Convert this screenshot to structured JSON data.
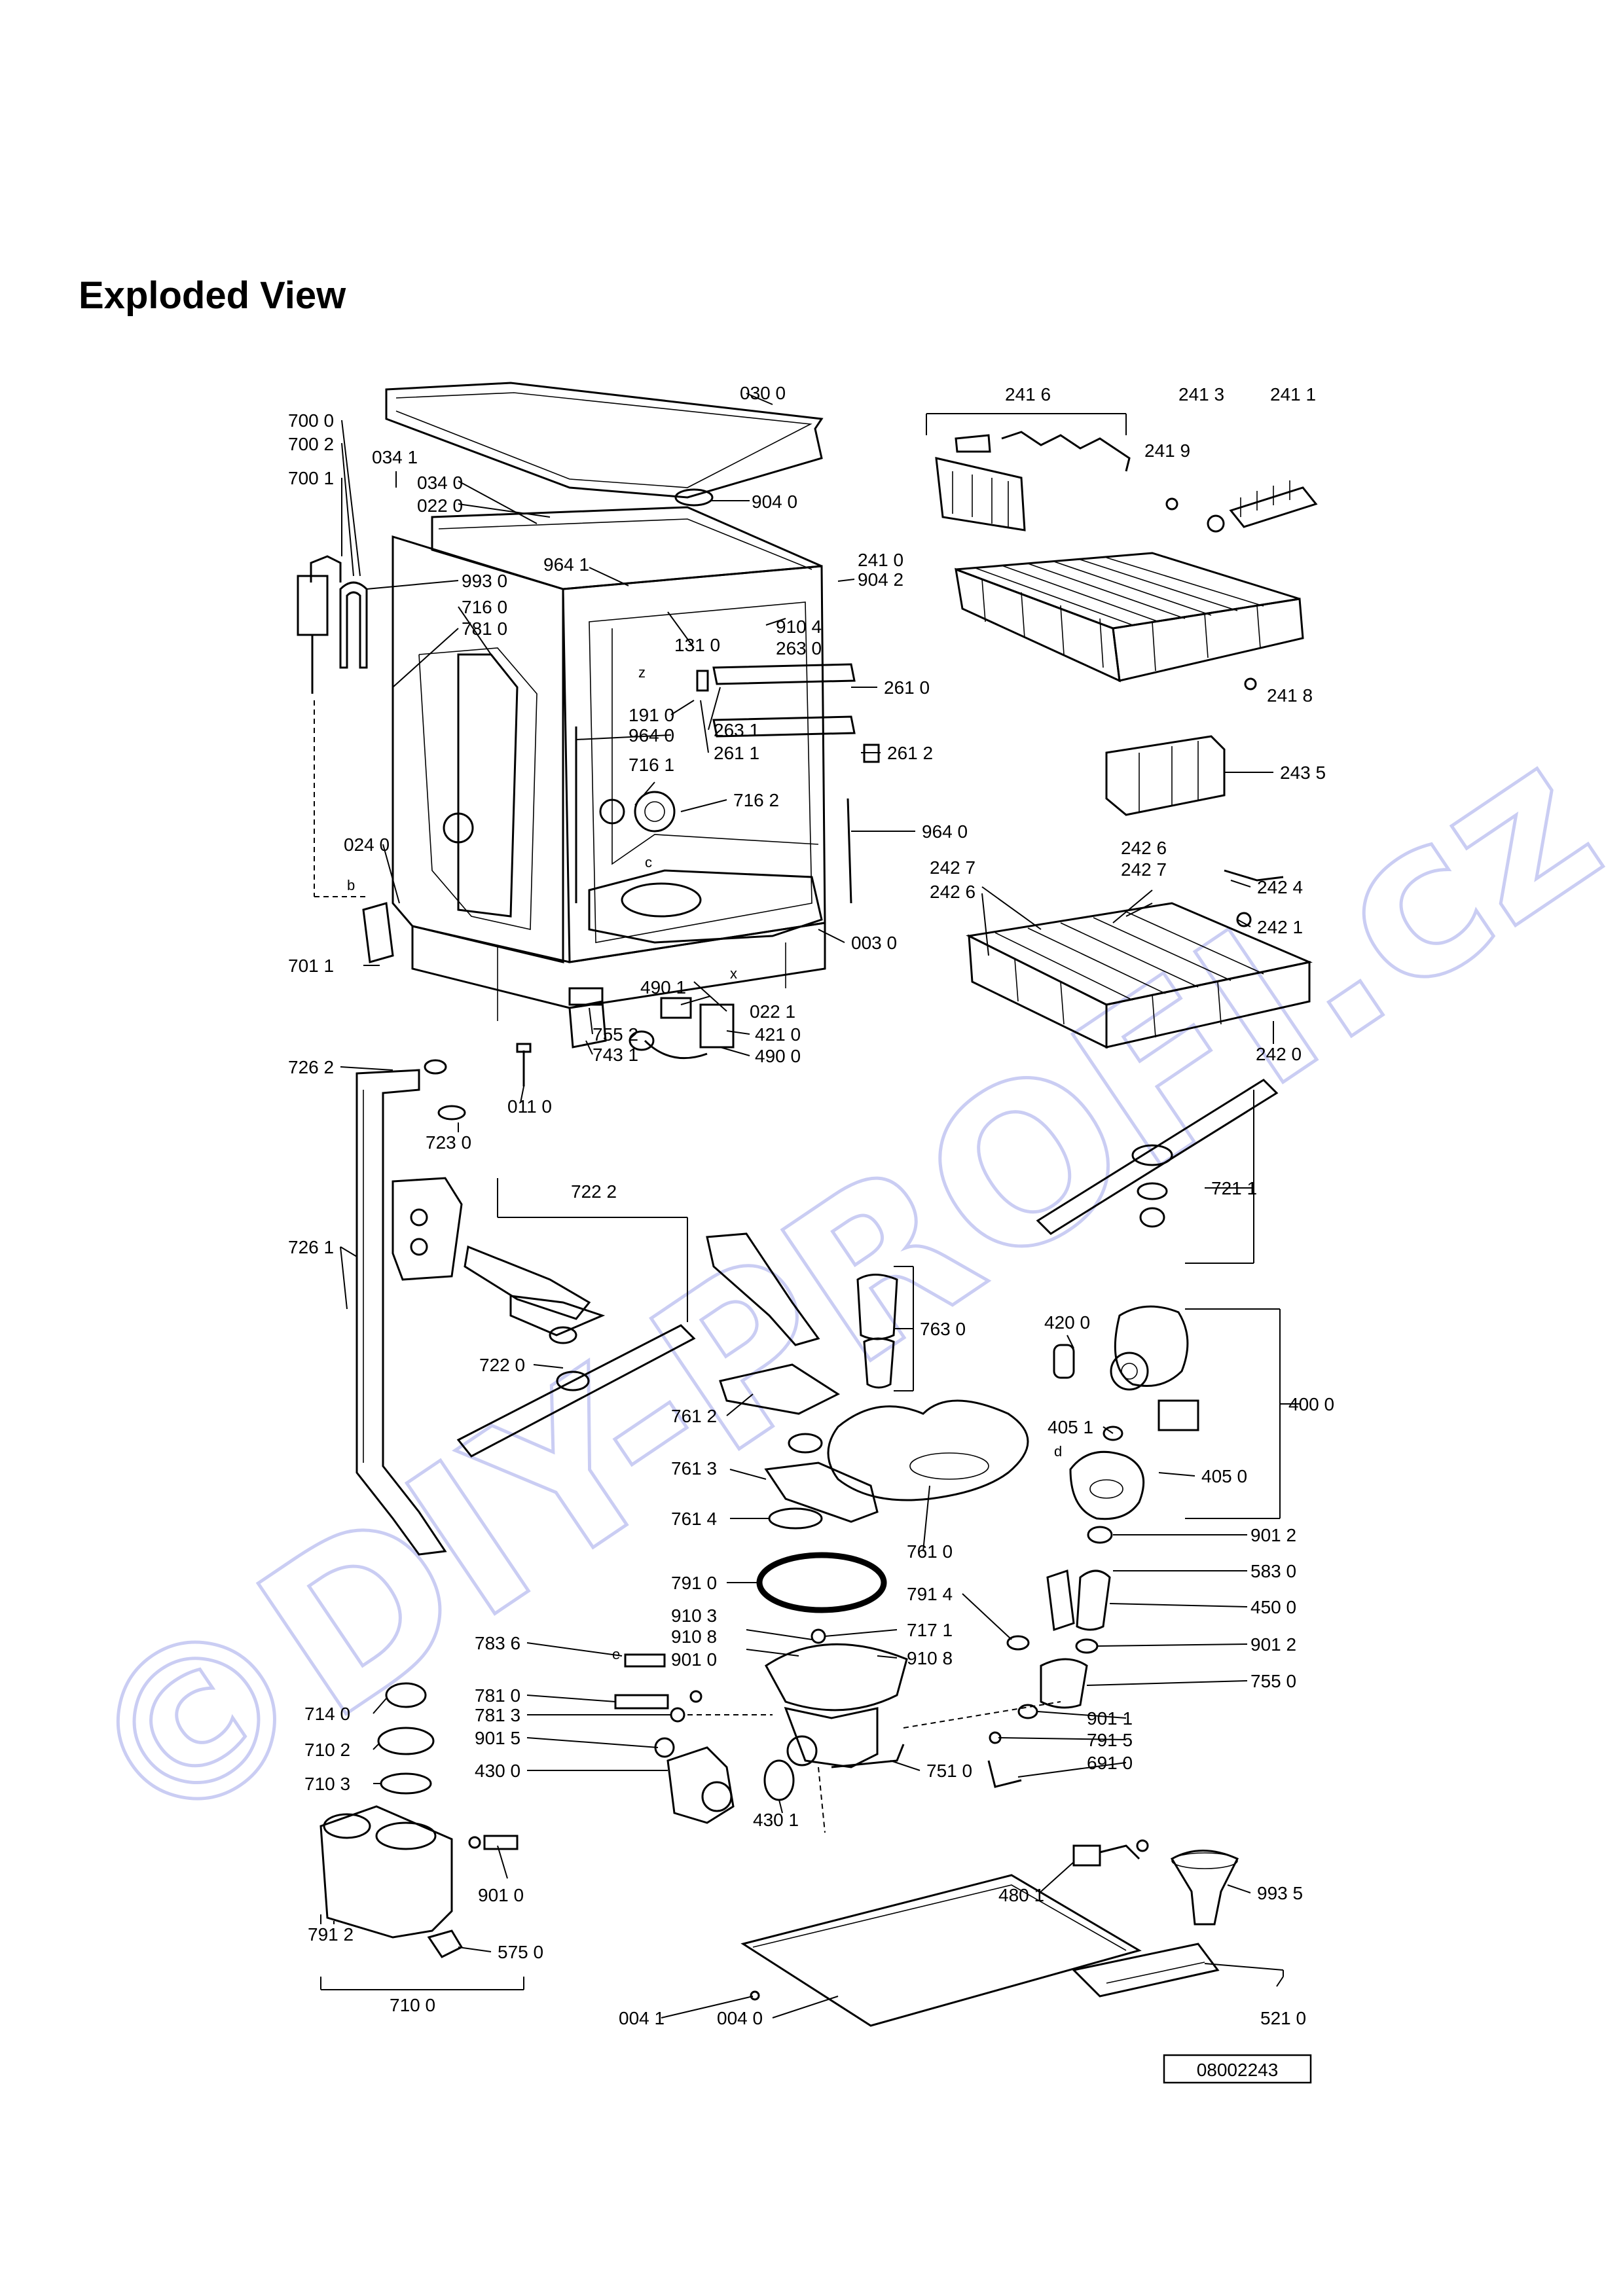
{
  "page": {
    "title": "Exploded View",
    "drawing_number": "08002243"
  },
  "watermark": "©DIY-PROFI.cz",
  "colors": {
    "ink": "#000000",
    "watermark": "#b9bdf0",
    "background": "#ffffff"
  },
  "callouts": {
    "p0300": "030 0",
    "p7000": "700 0",
    "p7002": "700 2",
    "p7001": "700 1",
    "p0341": "034 1",
    "p0340": "034 0",
    "p0220": "022 0",
    "p9040": "904 0",
    "p9930": "993 0",
    "p7160": "716 0",
    "p7810": "781 0",
    "p9641": "964 1",
    "p1310": "131 0",
    "p9104": "910 4",
    "p2630": "263 0",
    "p9042": "904 2",
    "p2410": "241 0",
    "p2416": "241 6",
    "p2413": "241 3",
    "p2411": "241 1",
    "p2419": "241 9",
    "p2418": "241 8",
    "p2610": "261 0",
    "p1910": "191 0",
    "p9640a": "964 0",
    "p2631": "263 1",
    "p2611": "261 1",
    "p2612": "261 2",
    "p2435": "243 5",
    "p7161": "716 1",
    "p7162": "716 2",
    "p9640b": "964 0",
    "p0240": "024 0",
    "p2427a": "242 7",
    "p2426a": "242 6",
    "p2426b": "242 6",
    "p2427b": "242 7",
    "p2424": "242 4",
    "p2421": "242 1",
    "p0030": "003 0",
    "p7011": "701 1",
    "p4901": "490 1",
    "p4210": "421 0",
    "p4900": "490 0",
    "p0221": "022 1",
    "p7552": "755 2",
    "p7431": "743 1",
    "p0110": "011 0",
    "p2420": "242 0",
    "p7262": "726 2",
    "p7230": "723 0",
    "p7222": "722 2",
    "p7261": "726 1",
    "p7211": "721 1",
    "p7220": "722 0",
    "p7630": "763 0",
    "p4200": "420 0",
    "p7612": "761 2",
    "p4000": "400 0",
    "p4051": "405 1",
    "p7613": "761 3",
    "p4050": "405 0",
    "p7614": "761 4",
    "p7610": "761 0",
    "p9012a": "901 2",
    "p7910": "791 0",
    "p5830": "583 0",
    "p7914": "791 4",
    "p4500": "450 0",
    "p7836": "783 6",
    "p9103": "910 3",
    "p7171": "717 1",
    "p9108a": "910 8",
    "p9108b": "910 8",
    "p9010": "901 0",
    "p9012b": "901 2",
    "p7550": "755 0",
    "p7810b": "781 0",
    "p7140": "714 0",
    "p9011": "901 1",
    "p7813": "781 3",
    "p7102": "710 2",
    "p9015": "901 5",
    "p7915": "791 5",
    "p4300": "430 0",
    "p7510": "751 0",
    "p6910": "691 0",
    "p7103": "710 3",
    "p4301": "430 1",
    "p9010b": "901 0",
    "p7912": "791 2",
    "p4801": "480 1",
    "p9935": "993 5",
    "p5750": "575 0",
    "p7100": "710 0",
    "p0041": "004 1",
    "p0040": "004 0",
    "p5210": "521 0"
  },
  "reference_letters": [
    "b",
    "c",
    "d",
    "e",
    "x",
    "z"
  ]
}
